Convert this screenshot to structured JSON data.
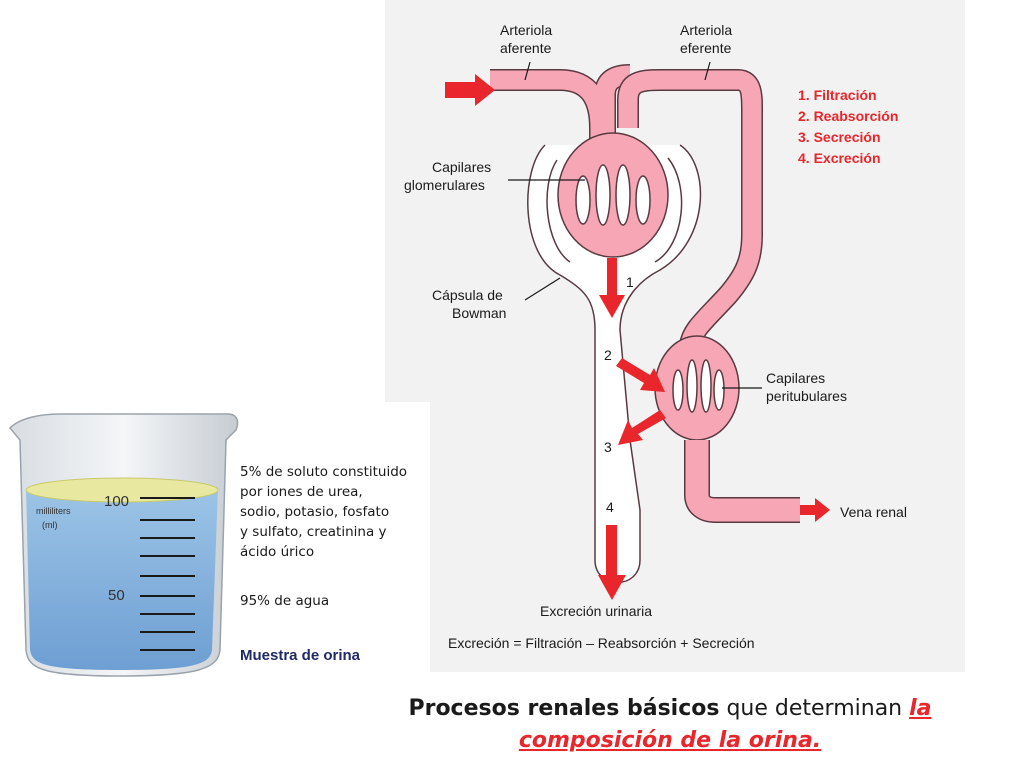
{
  "nephron": {
    "afferent": [
      "Arteriola",
      "aferente"
    ],
    "efferent": [
      "Arteriola",
      "eferente"
    ],
    "glomerular": [
      "Capilares",
      "glomerulares"
    ],
    "bowman": [
      "Cápsula de",
      "Bowman"
    ],
    "peritubular": [
      "Capilares",
      "peritubulares"
    ],
    "vein": "Vena renal",
    "excretion_label": "Excreción urinaria",
    "equation": "Excreción = Filtración – Reabsorción + Secreción",
    "steps": [
      "1. Filtración",
      "2. Reabsorción",
      "3. Secreción",
      "4. Excreción"
    ],
    "arrow_numbers": [
      "1",
      "2",
      "3",
      "4"
    ],
    "colors": {
      "vessel": "#f7a6b5",
      "outline": "#5a3a40",
      "arrow": "#e8262b"
    }
  },
  "beaker": {
    "unit": [
      "milliliters",
      "(ml)"
    ],
    "tick_100": "100",
    "tick_50": "50",
    "solute": [
      "5% de soluto constituido",
      "por iones de urea,",
      "sodio, potasio, fosfato",
      "y sulfato, creatinina y",
      "ácido úrico"
    ],
    "water": "95% de agua",
    "title": "Muestra de orina"
  },
  "caption": {
    "part1": "Procesos renales básicos",
    "part2": " que determinan ",
    "part3": "la",
    "part4": "composición de la orina."
  }
}
